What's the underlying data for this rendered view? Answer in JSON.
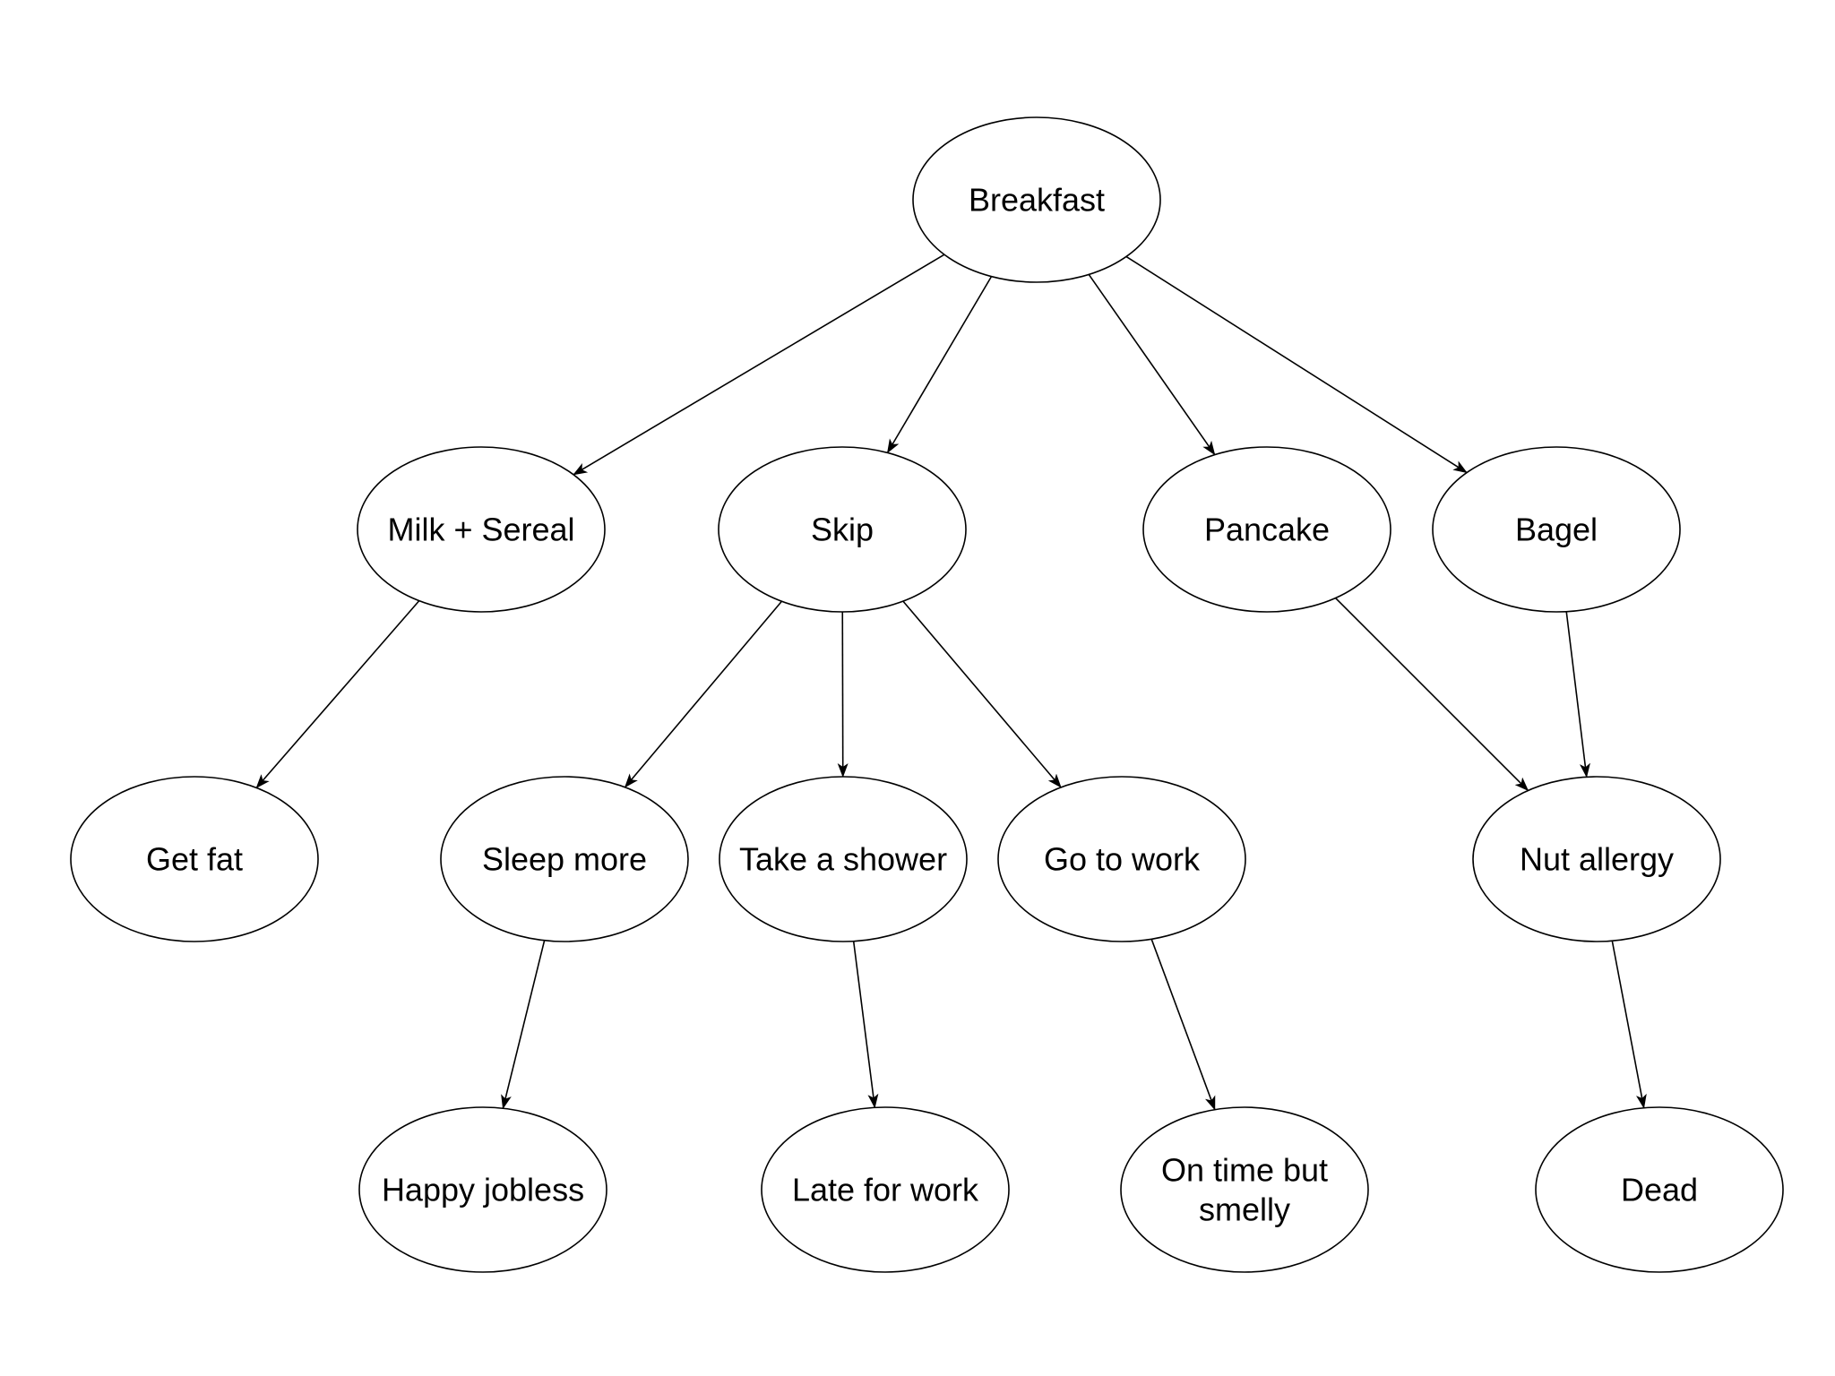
{
  "diagram": {
    "nodes": [
      {
        "id": "breakfast",
        "lines": [
          "Breakfast"
        ]
      },
      {
        "id": "milk",
        "lines": [
          "Milk + Sereal"
        ]
      },
      {
        "id": "skip",
        "lines": [
          "Skip"
        ]
      },
      {
        "id": "pancake",
        "lines": [
          "Pancake"
        ]
      },
      {
        "id": "bagel",
        "lines": [
          "Bagel"
        ]
      },
      {
        "id": "getfat",
        "lines": [
          "Get fat"
        ]
      },
      {
        "id": "sleep",
        "lines": [
          "Sleep more"
        ]
      },
      {
        "id": "shower",
        "lines": [
          "Take a shower"
        ]
      },
      {
        "id": "gowork",
        "lines": [
          "Go to work"
        ]
      },
      {
        "id": "nut",
        "lines": [
          "Nut allergy"
        ]
      },
      {
        "id": "happy",
        "lines": [
          "Happy jobless"
        ]
      },
      {
        "id": "late",
        "lines": [
          "Late for work"
        ]
      },
      {
        "id": "ontime",
        "lines": [
          "On time but",
          "smelly"
        ]
      },
      {
        "id": "dead",
        "lines": [
          "Dead"
        ]
      }
    ],
    "edges": [
      {
        "from": "breakfast",
        "to": "milk"
      },
      {
        "from": "breakfast",
        "to": "skip"
      },
      {
        "from": "breakfast",
        "to": "pancake"
      },
      {
        "from": "breakfast",
        "to": "bagel"
      },
      {
        "from": "milk",
        "to": "getfat"
      },
      {
        "from": "skip",
        "to": "sleep"
      },
      {
        "from": "skip",
        "to": "shower"
      },
      {
        "from": "skip",
        "to": "gowork"
      },
      {
        "from": "pancake",
        "to": "nut"
      },
      {
        "from": "bagel",
        "to": "nut"
      },
      {
        "from": "sleep",
        "to": "happy"
      },
      {
        "from": "shower",
        "to": "late"
      },
      {
        "from": "gowork",
        "to": "ontime"
      },
      {
        "from": "nut",
        "to": "dead"
      }
    ]
  }
}
